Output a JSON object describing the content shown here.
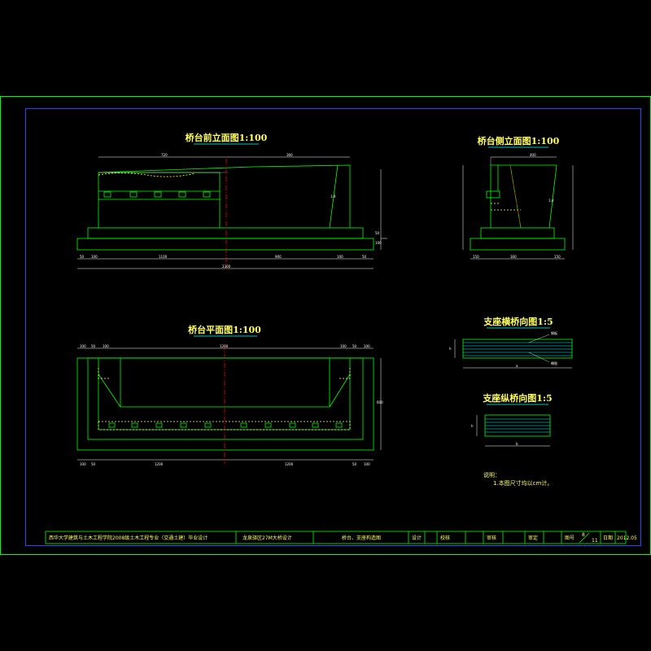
{
  "drawing": {
    "views": {
      "front_elevation": "桥台前立面图1:100",
      "side_elevation": "桥台侧立面图1:100",
      "plan": "桥台平面图1:100",
      "bearing_transverse": "支座横桥向图1:5",
      "bearing_longitudinal": "支座纵桥向图1:5"
    },
    "front_dims": {
      "top_left": "720",
      "top_right": "360",
      "bottom": [
        "50",
        "100",
        "1100",
        "900",
        "100",
        "50"
      ],
      "total": "2300",
      "right_side": [
        "100",
        "50"
      ],
      "slope": "1:4"
    },
    "side_dims": {
      "top": "400",
      "bottom": [
        "150",
        "300",
        "150"
      ],
      "slope": "1:4"
    },
    "plan_dims": {
      "top": [
        "100",
        "50",
        "100",
        "1200",
        "100",
        "50",
        "100"
      ],
      "bottom": [
        "100",
        "50",
        "1200",
        "1200",
        "50",
        "100"
      ],
      "right": "600"
    },
    "bearing_labels": {
      "thickness": "h",
      "width": "a",
      "length": "b",
      "label_top": "钢板",
      "label_mid": "橡胶"
    },
    "notes": {
      "heading": "说明：",
      "line1": "1.本图尺寸均以cm计。"
    },
    "title_block": {
      "project": "西华大学建筑与土木工程学院2008级土木工程专业（交通土建）毕业设计",
      "design_title": "龙泉驿区27M大桥设计",
      "drawing_name": "桥台、支座构造图",
      "designer_label": "设计",
      "checker_label": "校核",
      "reviewer_label": "审核",
      "approver_label": "审定",
      "sheet_label": "图号",
      "sheet_no": "8",
      "sheet_total": "11",
      "date_label": "日期",
      "date_value": "2012.05"
    },
    "colors": {
      "frame": "#00ff00",
      "drawing": "#00ff00",
      "centerline": "#ff0000",
      "text": "#ffff66",
      "dims": "#ffffff",
      "bearing_lines": "#00ffff"
    }
  }
}
